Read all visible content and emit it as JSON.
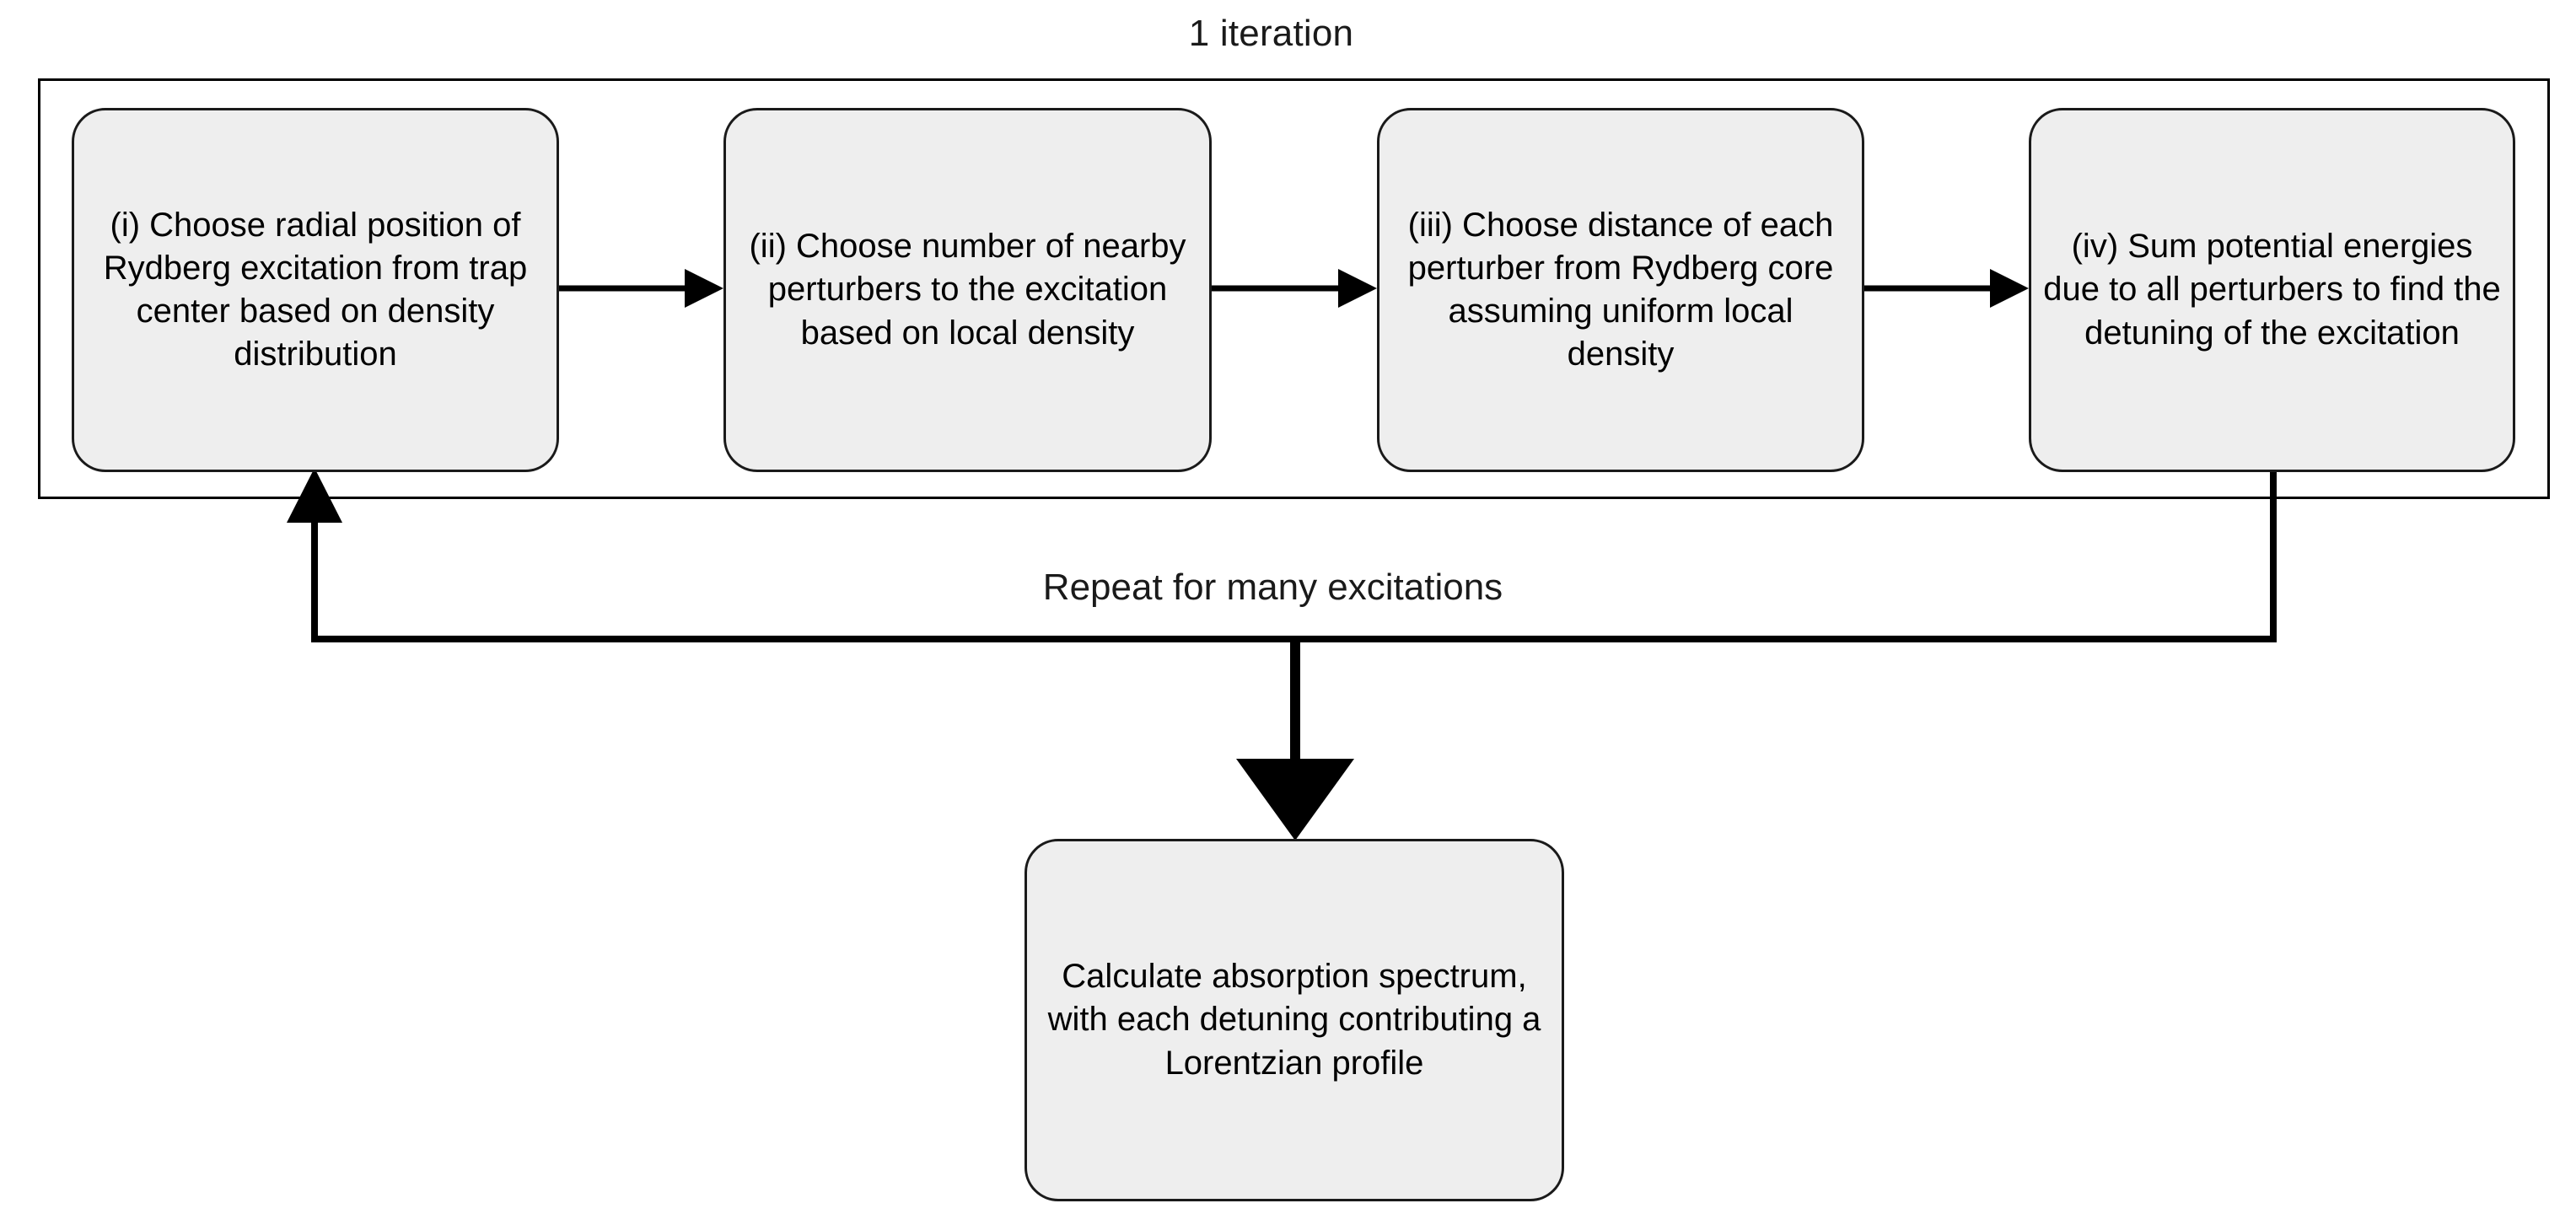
{
  "diagram": {
    "title": "1 iteration",
    "loop_label": "Repeat for many excitations",
    "colors": {
      "box_fill": "#eeeeee",
      "box_border": "#1a1a1a",
      "container_border": "#000000",
      "text": "#000000",
      "background": "#ffffff"
    },
    "steps": [
      {
        "id": "i",
        "label": "(i) Choose radial position of Rydberg excitation from trap center based on density distribution"
      },
      {
        "id": "ii",
        "label": "(ii) Choose number of nearby perturbers to the excitation based on local density"
      },
      {
        "id": "iii",
        "label": "(iii) Choose distance of each perturber from Rydberg core assuming uniform local density"
      },
      {
        "id": "iv",
        "label": "(iv) Sum potential energies due to all perturbers to find the detuning of the excitation"
      }
    ],
    "output": {
      "id": "spectrum",
      "label": "Calculate absorption spectrum, with each detuning contributing a Lorentzian profile"
    },
    "connectors": [
      {
        "name": "arrow-i-to-ii",
        "from": "i",
        "to": "ii",
        "kind": "horizontal-arrow"
      },
      {
        "name": "arrow-ii-to-iii",
        "from": "ii",
        "to": "iii",
        "kind": "horizontal-arrow"
      },
      {
        "name": "arrow-iii-to-iv",
        "from": "iii",
        "to": "iv",
        "kind": "horizontal-arrow"
      },
      {
        "name": "loop-back-arrow",
        "from": "iv",
        "to": "i",
        "kind": "feedback-loop"
      },
      {
        "name": "arrow-to-output",
        "from": "iv",
        "to": "spectrum",
        "kind": "vertical-arrow"
      }
    ]
  }
}
